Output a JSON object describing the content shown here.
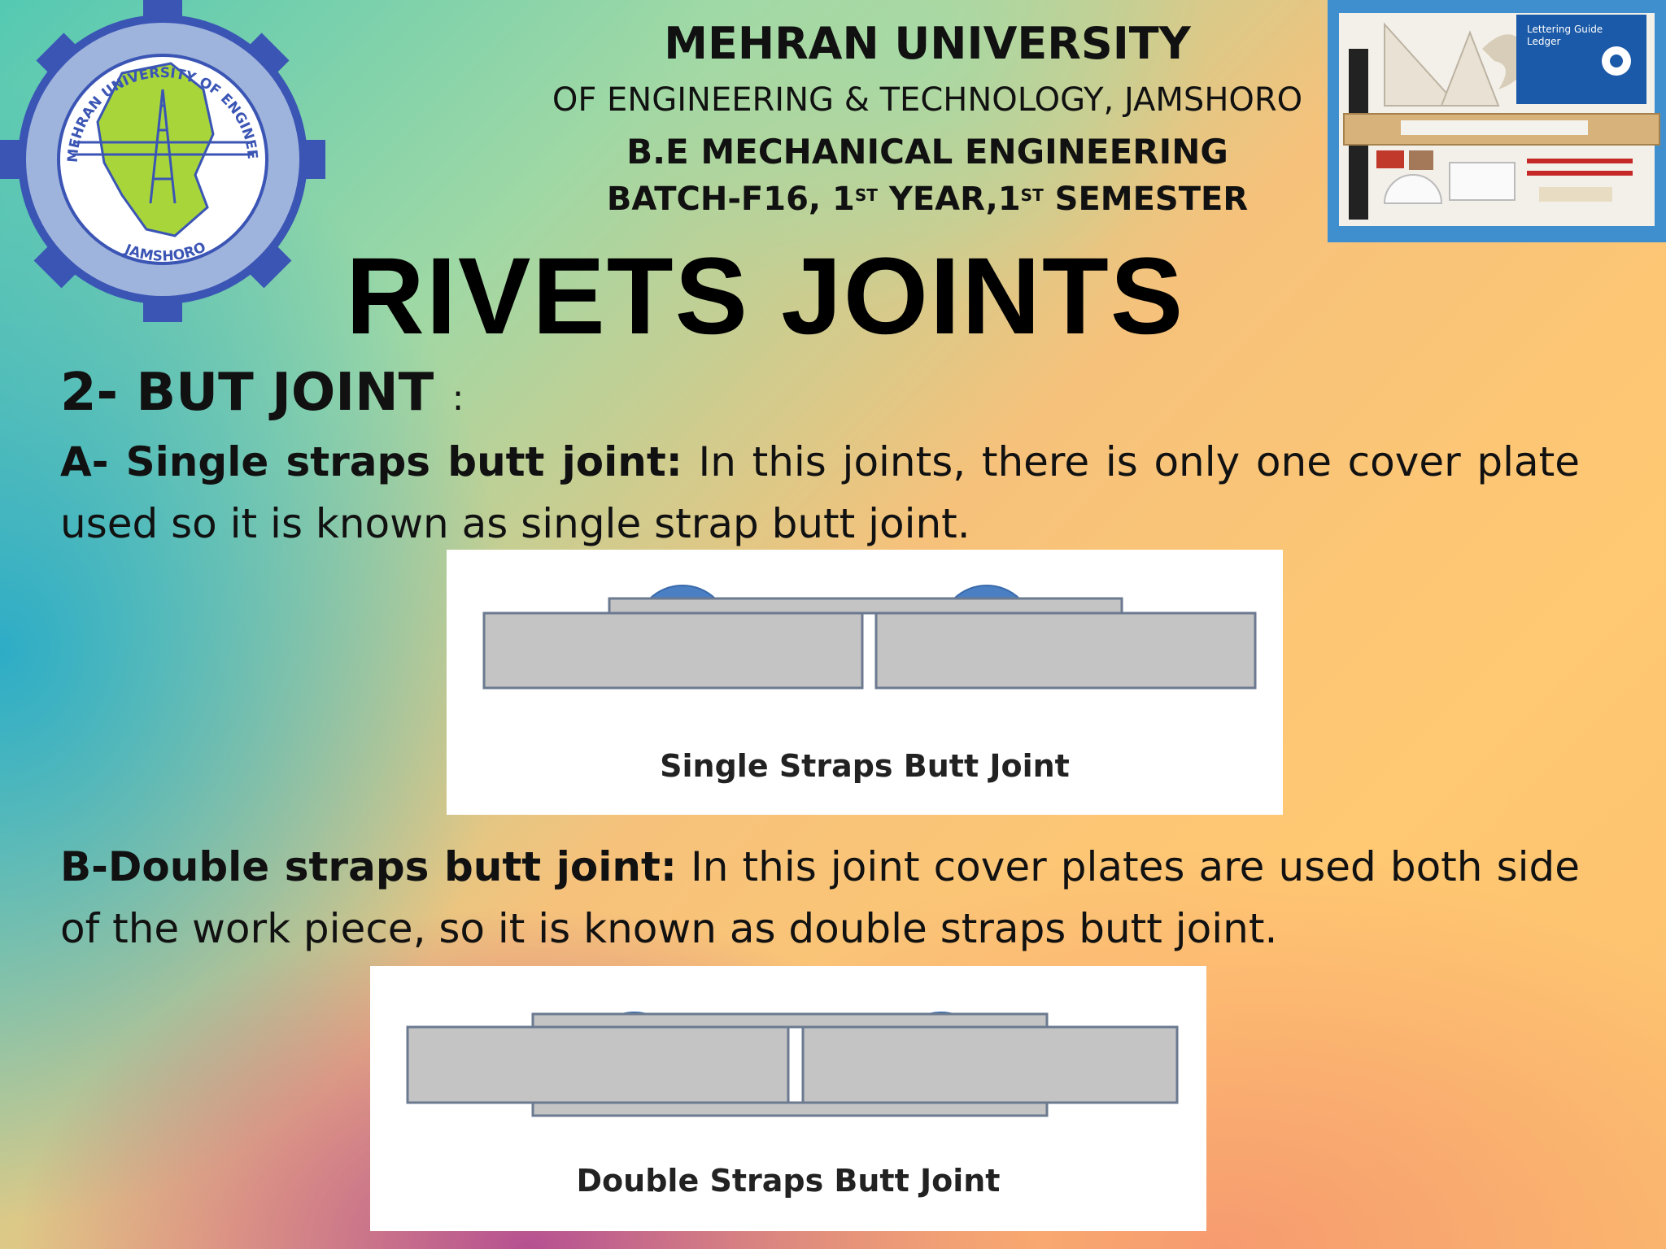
{
  "header": {
    "university": "MEHRAN UNIVERSITY",
    "subtitle": "OF ENGINEERING & TECHNOLOGY, JAMSHORO",
    "department": "B.E MECHANICAL ENGINEERING",
    "batch_prefix": "BATCH-F16, 1",
    "batch_sup1": "ST",
    "batch_mid": " YEAR,1",
    "batch_sup2": "ST",
    "batch_suffix": " SEMESTER"
  },
  "logo": {
    "text_top": "MEHRAN UNIVERSITY OF ENGINEERING AND TECHNOLOGY",
    "text_bottom": "JAMSHORO",
    "colors": {
      "ring": "#3b55b5",
      "map": "#a8d63a"
    }
  },
  "kit_image": {
    "label_line1": "Lettering Guide",
    "label_line2": "Ledger"
  },
  "title": "RIVETS JOINTS",
  "section": {
    "heading": "2- BUT JOINT",
    "colon": ":"
  },
  "para_a": {
    "bold": "A- Single straps butt joint:",
    "text": " In this joints, there is only one cover plate used so it is known as single strap butt joint."
  },
  "para_b": {
    "bold": "B-Double straps butt joint:",
    "text": " In this joint cover plates are used both side of the work piece, so it is known as double straps butt joint."
  },
  "figure_single": {
    "caption": "Single Straps Butt Joint",
    "colors": {
      "plate": "#c4c4c4",
      "rivet": "#4a7fc3",
      "outline": "#6b7a90"
    }
  },
  "figure_double": {
    "caption": "Double Straps Butt Joint",
    "colors": {
      "plate": "#c4c4c4",
      "rivet": "#4a7fc3",
      "outline": "#6b7a90"
    }
  }
}
